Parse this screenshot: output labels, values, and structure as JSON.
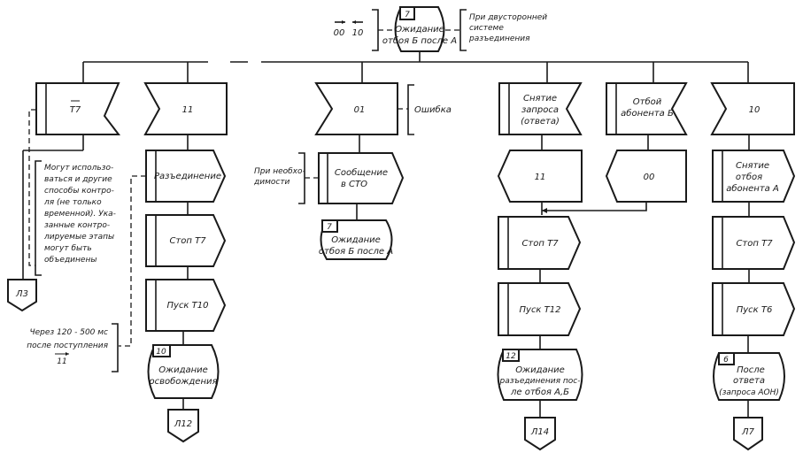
{
  "top_state": {
    "number": "7",
    "lines": [
      "Ожидание",
      "отбоя Б после А"
    ],
    "left_note": [
      "00",
      "10"
    ],
    "right_note": [
      "При двусторонней",
      "системе",
      "разъединения"
    ]
  },
  "branches": [
    {
      "id": "t7",
      "input": {
        "lines": [
          "T7"
        ],
        "overline": true
      },
      "note": [
        "Могут использо-",
        "ваться и другие",
        "способы контро-",
        "ля (не только",
        "временной). Ука-",
        "занные контро-",
        "лируемые этапы",
        "могут быть",
        "объединены"
      ],
      "connector": "Л3"
    },
    {
      "id": "11",
      "input": {
        "lines": [
          "11"
        ]
      },
      "tasks": [
        [
          "Разъединение"
        ],
        [
          "Стоп T7"
        ],
        [
          "Пуск T10"
        ]
      ],
      "note": [
        "Через  120 - 500 мс",
        "после поступления",
        "11"
      ],
      "state": {
        "number": "10",
        "lines": [
          "Ожидание",
          "освобождения"
        ]
      },
      "connector": "Л12"
    },
    {
      "id": "01",
      "input": {
        "lines": [
          "01"
        ]
      },
      "input_note": "Ошибка",
      "tasks": [
        [
          "Сообщение",
          "в СТО"
        ]
      ],
      "task_note": [
        "При необхо-",
        "димости"
      ],
      "state": {
        "number": "7",
        "lines": [
          "Ожидание",
          "отбоя Б после А"
        ]
      }
    },
    {
      "id": "release-request",
      "input": {
        "lines": [
          "Снятие",
          "запроса",
          "(ответа)"
        ]
      },
      "output": [
        "11"
      ],
      "tasks": [
        [
          "Стоп T7"
        ],
        [
          "Пуск T12"
        ]
      ],
      "state": {
        "number": "12",
        "lines": [
          "Ожидание",
          "разъединения пос-",
          "ле отбоя А,Б"
        ]
      },
      "connector": "Л14"
    },
    {
      "id": "release-b",
      "input": {
        "lines": [
          "Отбой",
          "абонента Б"
        ]
      },
      "output": [
        "00"
      ]
    },
    {
      "id": "10",
      "input": {
        "lines": [
          "10"
        ]
      },
      "tasks": [
        [
          "Снятие",
          "отбоя",
          "абонента А"
        ],
        [
          "Стоп T7"
        ],
        [
          "Пуск T6"
        ]
      ],
      "state": {
        "number": "6",
        "lines": [
          "После",
          "ответа",
          "(запроса АОН)"
        ]
      },
      "connector": "Л7"
    }
  ]
}
